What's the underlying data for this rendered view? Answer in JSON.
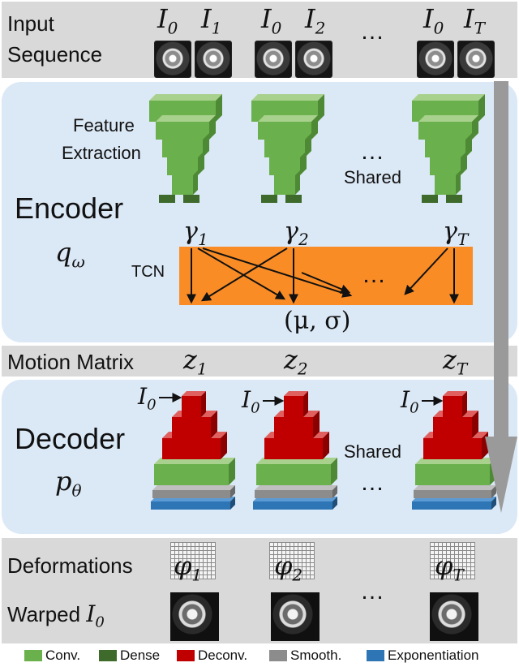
{
  "input": {
    "label_line1": "Input",
    "label_line2": "Sequence",
    "frames": [
      {
        "base": "I",
        "sub": "0"
      },
      {
        "base": "I",
        "sub": "1"
      },
      {
        "base": "I",
        "sub": "0"
      },
      {
        "base": "I",
        "sub": "2"
      },
      {
        "base": "I",
        "sub": "0"
      },
      {
        "base": "I",
        "sub": "T"
      }
    ],
    "ellipsis": "…"
  },
  "encoder": {
    "title": "Encoder",
    "symbol": {
      "base": "q",
      "sub": "ω"
    },
    "feature_line1": "Feature",
    "feature_line2": "Extraction",
    "ellipsis": "…",
    "shared": "Shared",
    "gammas": [
      {
        "base": "γ",
        "sub": "1"
      },
      {
        "base": "γ",
        "sub": "2"
      },
      {
        "base": "γ",
        "sub": "T"
      }
    ],
    "tcn_label": "TCN",
    "tcn_ellipsis": "…",
    "output": "(μ, σ)"
  },
  "motion": {
    "label": "Motion Matrix",
    "latents": [
      {
        "base": "z",
        "sub": "1"
      },
      {
        "base": "z",
        "sub": "2"
      },
      {
        "base": "z",
        "sub": "T"
      }
    ]
  },
  "decoder": {
    "title": "Decoder",
    "symbol": {
      "base": "p",
      "sub": "θ"
    },
    "inputs": [
      {
        "base": "I",
        "sub": "0"
      },
      {
        "base": "I",
        "sub": "0"
      },
      {
        "base": "I",
        "sub": "0"
      }
    ],
    "shared": "Shared",
    "ellipsis": "…"
  },
  "outputs": {
    "deformations_label": "Deformations",
    "warped_label": "Warped",
    "warped_symbol": {
      "base": "I",
      "sub": "0"
    },
    "phis": [
      {
        "base": "φ",
        "sub": "1"
      },
      {
        "base": "φ",
        "sub": "2"
      },
      {
        "base": "φ",
        "sub": "T"
      }
    ],
    "ellipsis": "…"
  },
  "legend": [
    {
      "label": "Conv.",
      "color": "#6ab04c"
    },
    {
      "label": "Dense",
      "color": "#3e6b2c"
    },
    {
      "label": "Deconv.",
      "color": "#c00000"
    },
    {
      "label": "Smooth.",
      "color": "#8c8c8c"
    },
    {
      "label": "Exponentiation",
      "color": "#2e75b6"
    }
  ],
  "colors": {
    "conv_front": "#6ab04c",
    "conv_top": "#a9d18e",
    "conv_side": "#4e8a35",
    "dense": "#3e6b2c",
    "deconv_front": "#c00000",
    "deconv_top": "#e06060",
    "deconv_side": "#8a0000",
    "smooth": "#8c8c8c",
    "exponentiation": "#2e75b6",
    "tcn": "#fa8c26",
    "panel": "#dbe8f6",
    "band": "#d9d9d9",
    "flow_arrow": "#9a9a9a"
  }
}
